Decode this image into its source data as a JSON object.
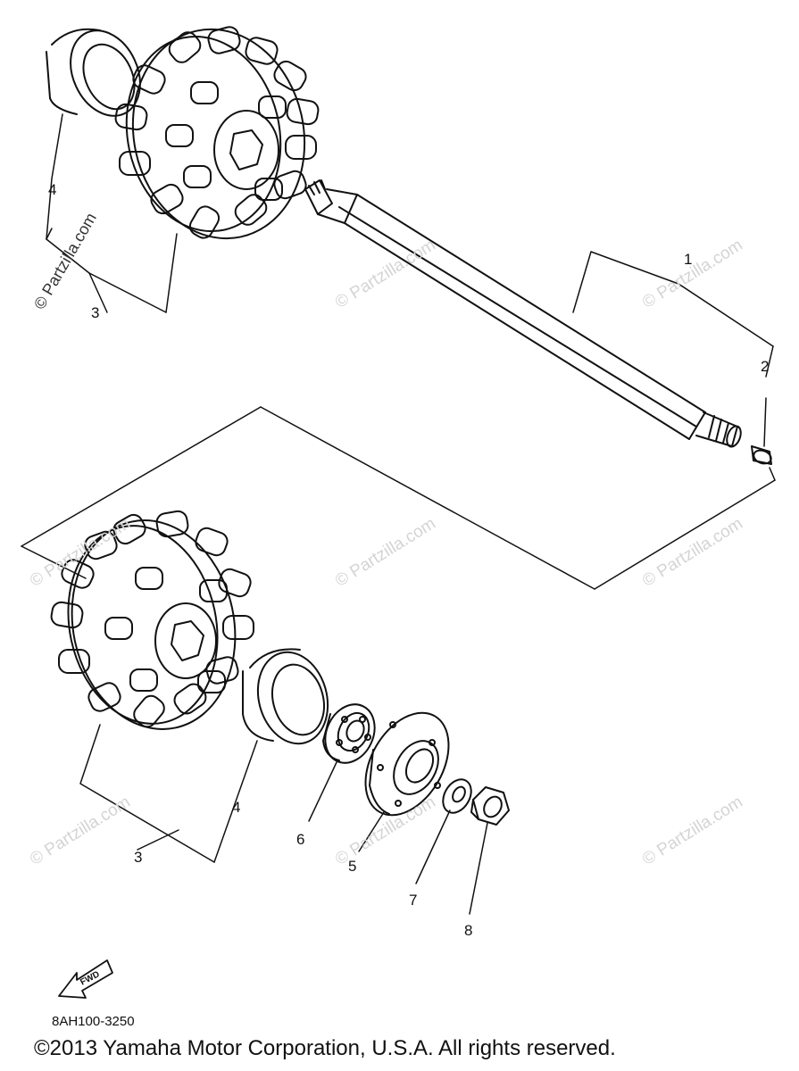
{
  "callouts": {
    "c1": "1",
    "c2": "2",
    "c3_top": "3",
    "c4_top": "4",
    "c3_bottom": "3",
    "c4_bottom": "4",
    "c5": "5",
    "c6": "6",
    "c7": "7",
    "c8": "8"
  },
  "watermarks": {
    "text": "© Partzilla.com",
    "text_edge": "© Partzilla.com"
  },
  "fwd_label": "FWD",
  "part_code": "8AH100-3250",
  "copyright": "©2013 Yamaha Motor Corporation, U.S.A. All rights reserved.",
  "colors": {
    "line": "#111111",
    "watermark": "#d4d4d4",
    "background": "#ffffff"
  }
}
